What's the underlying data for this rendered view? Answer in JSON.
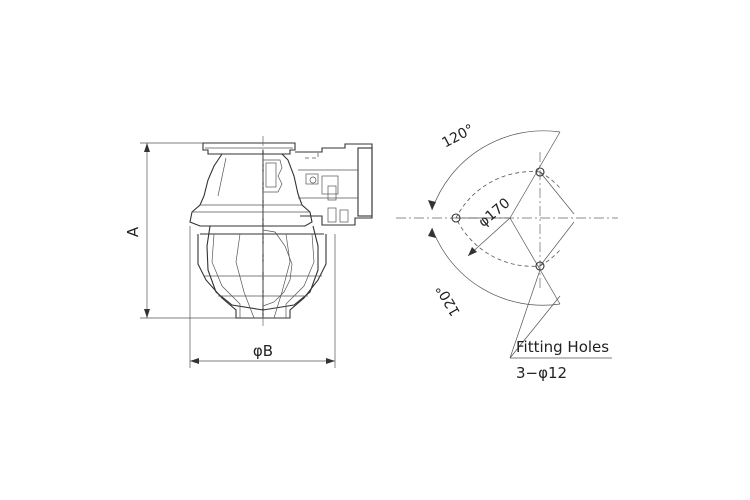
{
  "dimensions": {
    "height_label": "A",
    "width_label": "φB",
    "pcd_label": "φ170",
    "angle_top": "120°",
    "angle_bottom": "120°"
  },
  "callout": {
    "title": "Fitting Holes",
    "spec": "3−φ12"
  },
  "colors": {
    "line": "#333333",
    "background": "#ffffff"
  }
}
